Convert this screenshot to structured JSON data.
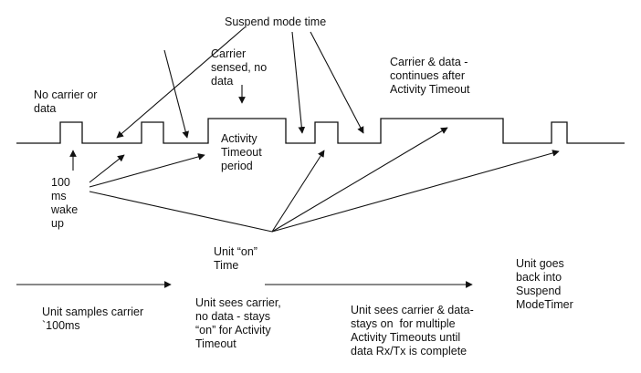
{
  "labels": {
    "suspend_mode_time": "Suspend mode time",
    "no_carrier_or_data": "No carrier or\ndata",
    "carrier_sensed_no_data": "Carrier\nsensed, no\ndata",
    "carrier_and_data_continues": "Carrier & data -\ncontinues after\nActivity Timeout",
    "activity_timeout_period": "Activity\nTimeout\nperiod",
    "wake_up_100ms": "100\nms\nwake\nup",
    "unit_on_time": "Unit “on”\nTime",
    "unit_samples_carrier": "Unit samples carrier\n`100ms",
    "unit_sees_carrier_no_data": "Unit sees carrier,\nno data - stays\n“on” for Activity\nTimeout",
    "unit_sees_carrier_and_data": "Unit sees carrier & data-\nstays on  for multiple\nActivity Timeouts until\ndata Rx/Tx is complete",
    "unit_goes_back": "Unit goes\nback into\nSuspend\nModeTimer"
  }
}
